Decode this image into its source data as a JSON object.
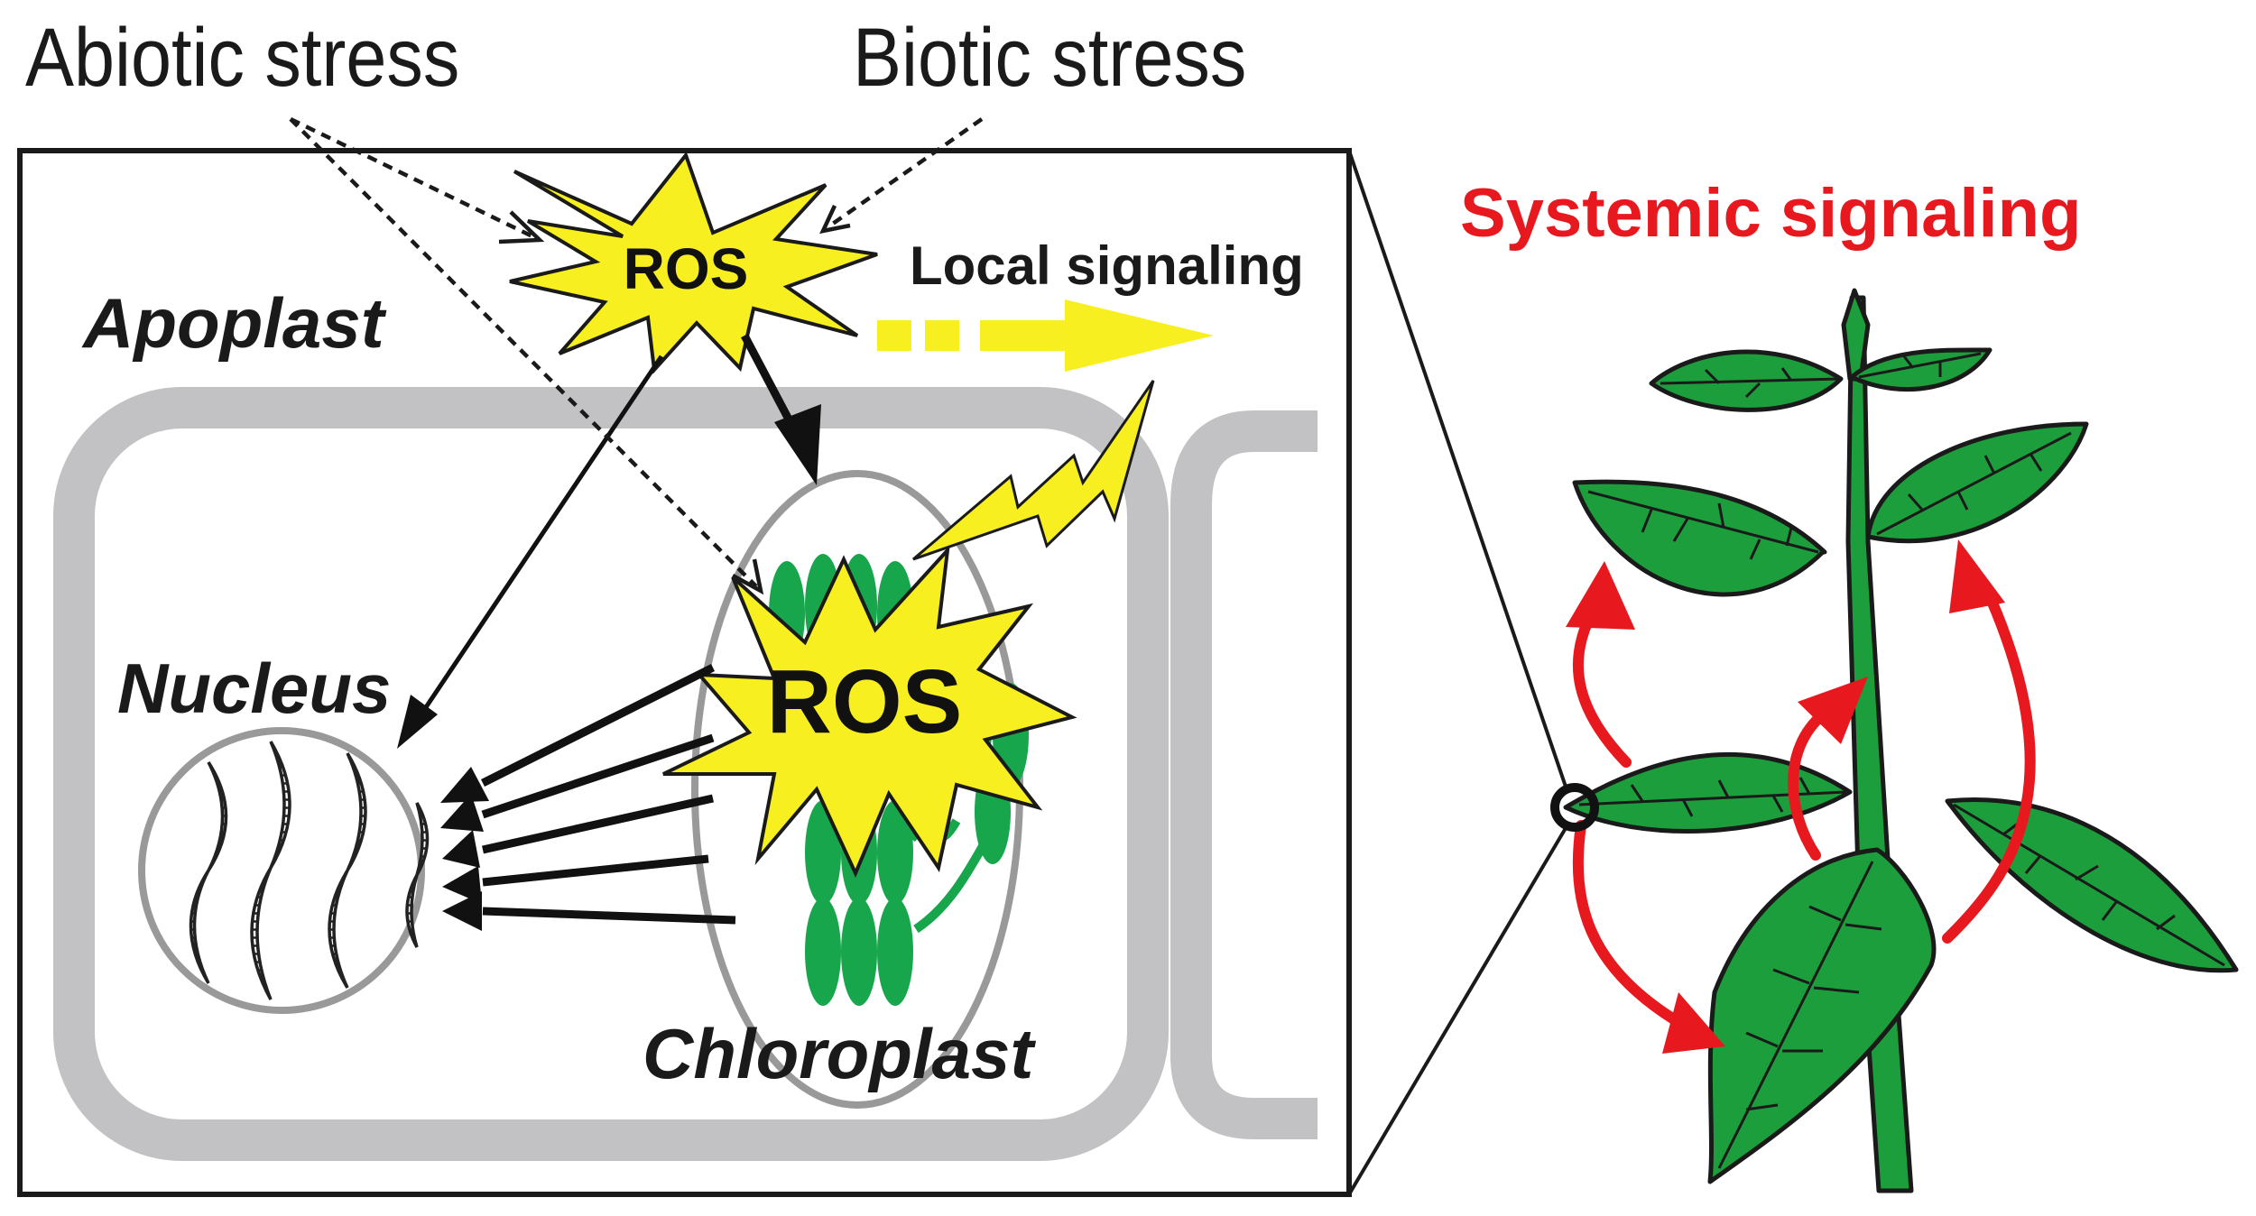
{
  "labels": {
    "abiotic_stress": "Abiotic stress",
    "biotic_stress": "Biotic stress",
    "apoplast": "Apoplast",
    "nucleus": "Nucleus",
    "chloroplast": "Chloroplast",
    "ros_apoplast": "ROS",
    "ros_chloroplast": "ROS",
    "local_signaling": "Local signaling",
    "systemic_signaling": "Systemic signaling"
  },
  "colors": {
    "ros_burst": "#f7ef1f",
    "leaf": "#1d9e3c",
    "thylakoid": "#17a64c",
    "cell_wall": "#c2c2c4",
    "membrane": "#999999",
    "systemic_arrow": "#e8191e",
    "outline": "#1a1a1a"
  }
}
